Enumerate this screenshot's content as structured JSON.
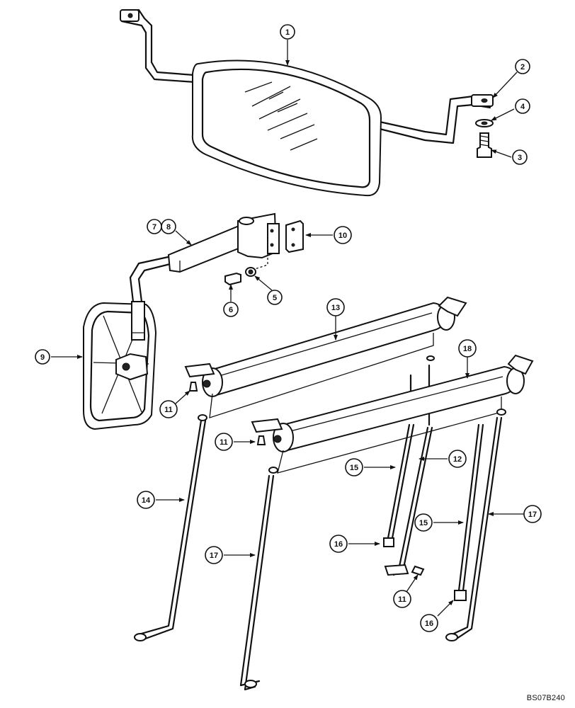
{
  "diagram": {
    "callouts": [
      "1",
      "2",
      "3",
      "4",
      "5",
      "6",
      "7",
      "8",
      "9",
      "10",
      "11",
      "12",
      "13",
      "14",
      "15",
      "16",
      "17",
      "18"
    ],
    "drawing_code": "BS07B240"
  }
}
